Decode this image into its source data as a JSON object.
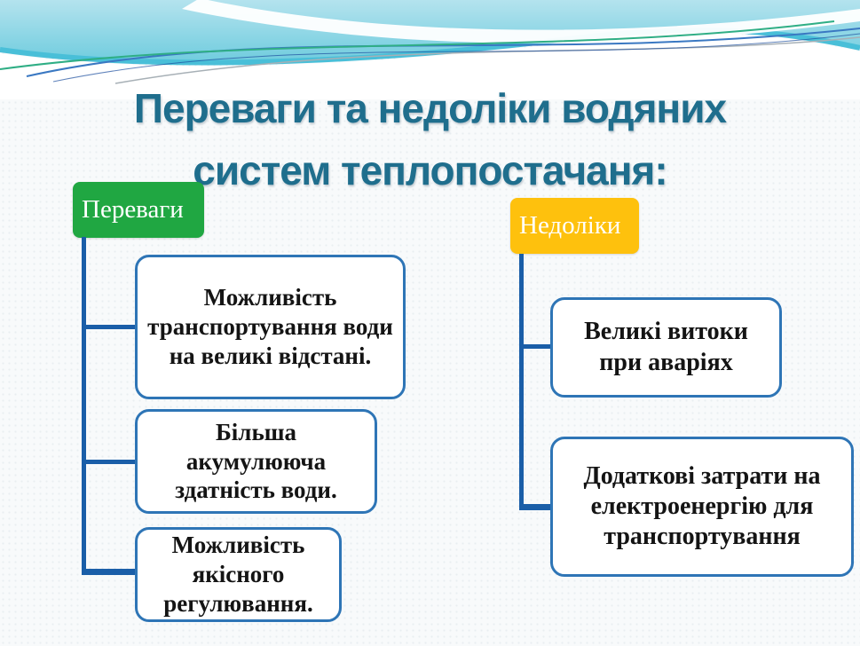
{
  "slide": {
    "title": {
      "line1": "Переваги та недоліки водяних",
      "line2": "систем теплопостачаня:"
    }
  },
  "advantages": {
    "label": "Переваги",
    "items": [
      "Можливість транспортування води на великі відстані.",
      "Більша акумулююча здатність води.",
      "Можливість якісного регулювання."
    ]
  },
  "disadvantages": {
    "label": "Недоліки",
    "items": [
      "Великі витоки при аваріях",
      "Додаткові затрати на електроенергію для транспортування"
    ]
  },
  "colors": {
    "title_text": "#1F6E8D",
    "advantages_header_bg": "#20A742",
    "disadvantages_header_bg": "#FEC10D",
    "item_box_border": "#2E75B6",
    "item_box_fill": "#FFFFFF",
    "connector_line": "#1A5EA8",
    "banner_cyan_light": "#A8DFEC",
    "banner_cyan_deep": "#4ABFD8"
  }
}
